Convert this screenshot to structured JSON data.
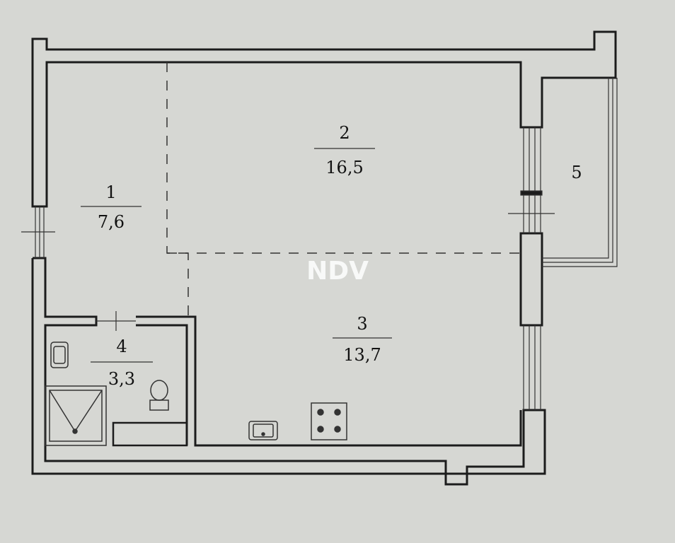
{
  "watermark": "NDV",
  "rooms": [
    {
      "number": "1",
      "area": "7,6"
    },
    {
      "number": "2",
      "area": "16,5"
    },
    {
      "number": "3",
      "area": "13,7"
    },
    {
      "number": "4",
      "area": "3,3"
    },
    {
      "number": "5",
      "area": ""
    }
  ],
  "colors": {
    "background": "#d6d7d3",
    "wall": "#1c1c1c",
    "fixture": "#333333",
    "watermark": "#ffffff"
  }
}
